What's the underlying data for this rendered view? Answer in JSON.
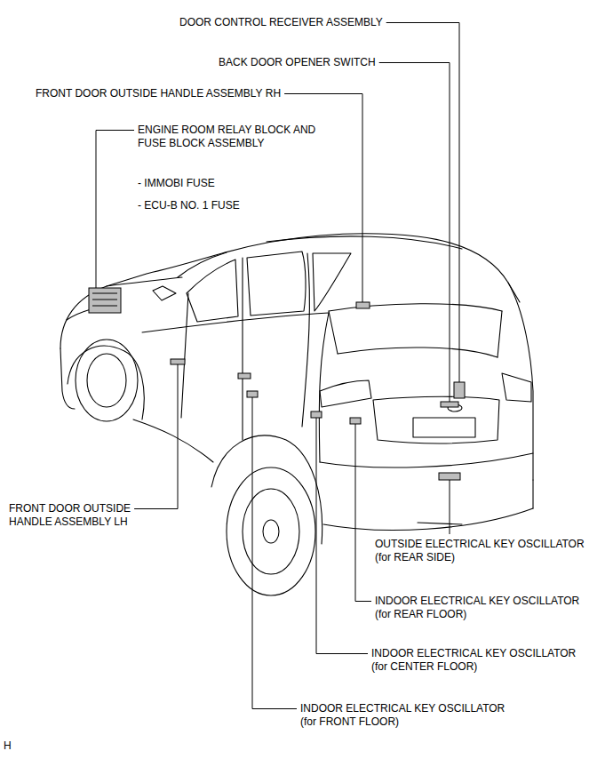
{
  "diagram": {
    "labels": [
      "DOOR CONTROL RECEIVER ASSEMBLY",
      "BACK DOOR OPENER SWITCH",
      "FRONT DOOR OUTSIDE HANDLE ASSEMBLY RH",
      "ENGINE ROOM RELAY BLOCK AND FUSE BLOCK ASSEMBLY",
      "- IMMOBI FUSE",
      "- ECU-B NO. 1 FUSE",
      "FRONT DOOR OUTSIDE HANDLE ASSEMBLY LH",
      "OUTSIDE ELECTRICAL KEY OSCILLATOR (for REAR SIDE)",
      "INDOOR ELECTRICAL KEY OSCILLATOR (for REAR FLOOR)",
      "INDOOR ELECTRICAL KEY OSCILLATOR (for CENTER FLOOR)",
      "INDOOR ELECTRICAL KEY OSCILLATOR (for FRONT FLOOR)",
      "H"
    ]
  }
}
